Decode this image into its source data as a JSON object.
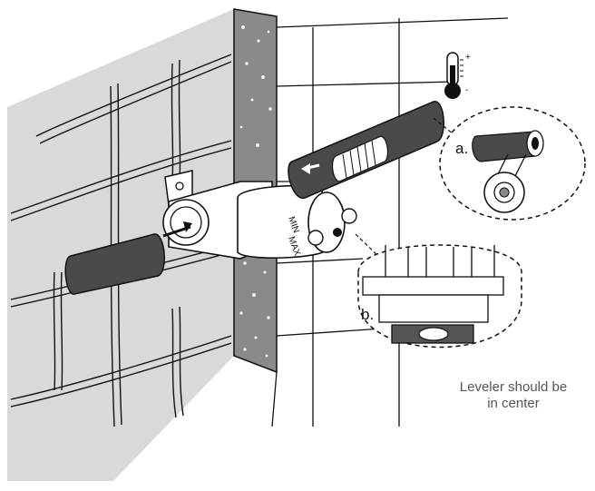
{
  "labels": {
    "a": "a.",
    "b": "b.",
    "min": "MIN",
    "max": "MAX",
    "plus": "+",
    "minus": "-"
  },
  "caption": {
    "line1": "Leveler should be",
    "line2": "in center"
  },
  "colors": {
    "wall": "#d9d9d9",
    "line": "#111111",
    "pipe": "#4a4a4a",
    "concrete": "#555555"
  }
}
